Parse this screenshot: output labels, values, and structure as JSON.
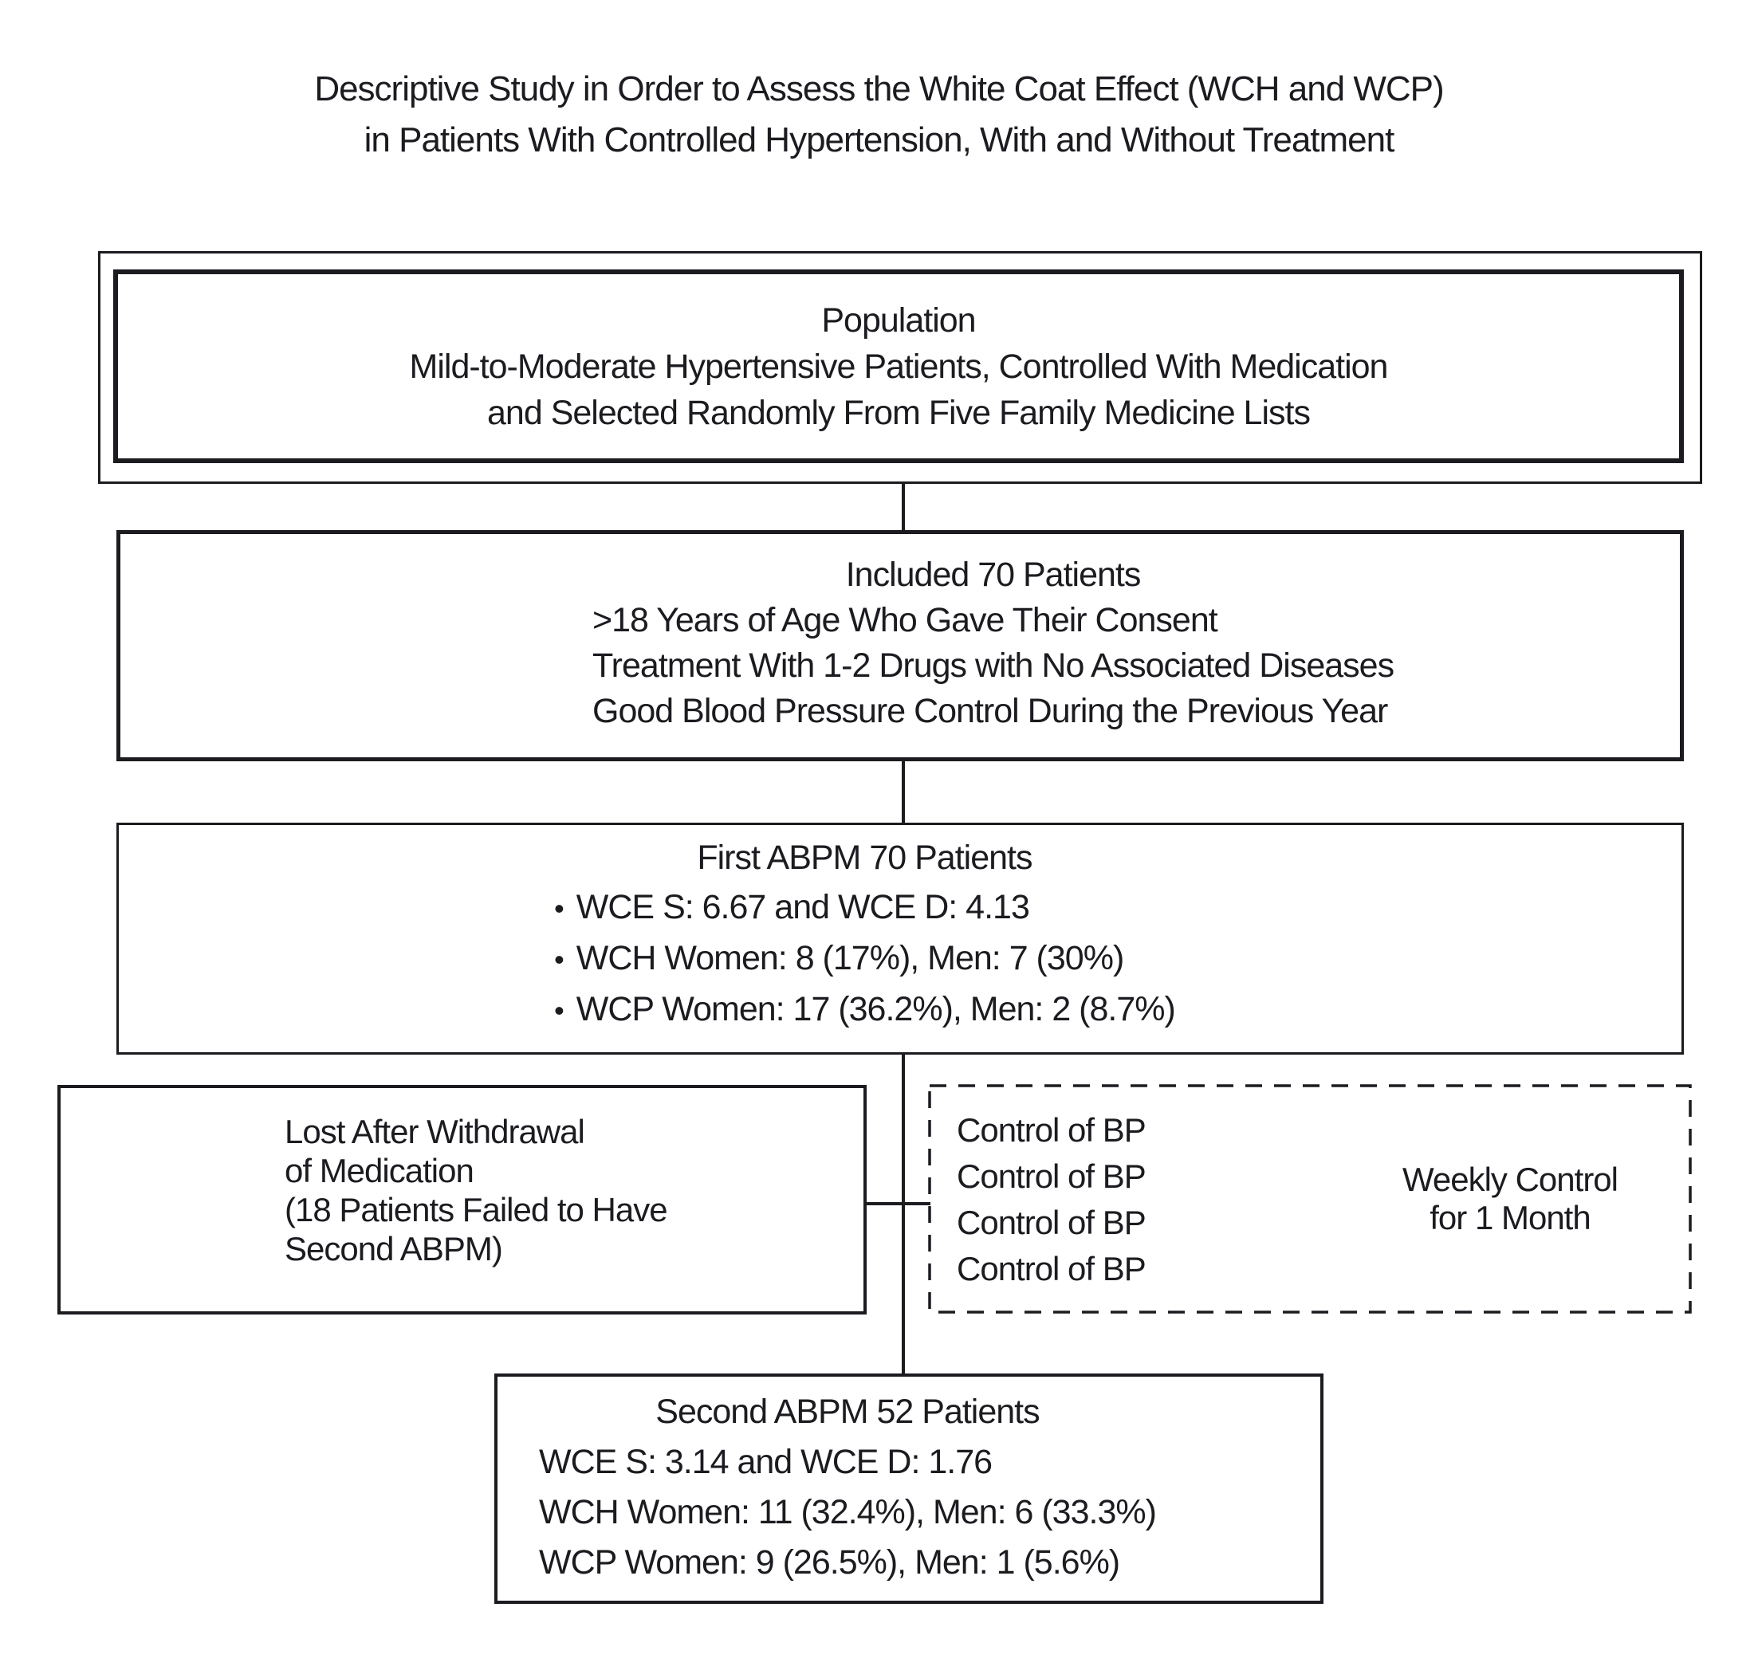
{
  "title": {
    "line1": "Descriptive Study in Order to Assess the White Coat Effect (WCH and WCP)",
    "line2": "in Patients With Controlled Hypertension, With and Without Treatment"
  },
  "boxes": {
    "population": {
      "heading": "Population",
      "lines": [
        "Mild-to-Moderate Hypertensive Patients, Controlled With Medication",
        "and Selected Randomly From Five Family Medicine Lists"
      ]
    },
    "included": {
      "heading": "Included 70 Patients",
      "lines": [
        ">18 Years of Age Who Gave Their Consent",
        "Treatment With 1-2 Drugs with No Associated Diseases",
        "Good Blood Pressure Control During the Previous Year"
      ]
    },
    "first_abpm": {
      "heading": "First ABPM 70 Patients",
      "bullets": [
        "WCE S: 6.67 and WCE D: 4.13",
        "WCH Women: 8 (17%), Men: 7 (30%)",
        "WCP Women: 17 (36.2%), Men: 2 (8.7%)"
      ]
    },
    "lost": {
      "lines": [
        "Lost After Withdrawal",
        "of Medication",
        "(18 Patients Failed to Have",
        "Second ABPM)"
      ]
    },
    "weekly_control": {
      "control_lines": [
        "Control of BP",
        "Control of BP",
        "Control of BP",
        "Control of BP"
      ],
      "label_lines": [
        "Weekly Control",
        "for 1 Month"
      ]
    },
    "second_abpm": {
      "heading": "Second ABPM 52 Patients",
      "lines": [
        "WCE S: 3.14 and WCE D: 1.76",
        "WCH Women: 11 (32.4%), Men: 6 (33.3%)",
        "WCP Women: 9 (26.5%), Men: 1 (5.6%)"
      ]
    }
  },
  "icons": {
    "bullet": "•"
  },
  "colors": {
    "ink": "#1b1b20",
    "background": "#ffffff"
  }
}
